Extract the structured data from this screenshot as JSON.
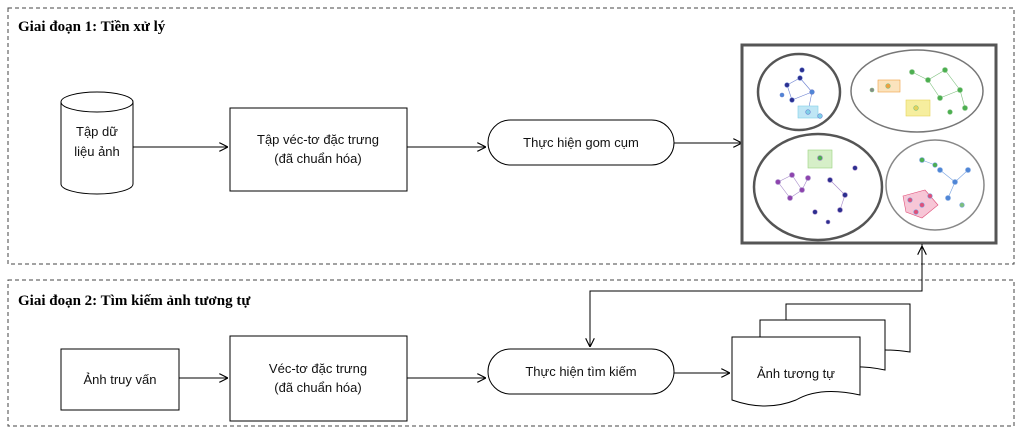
{
  "stages": {
    "stage1": {
      "title": "Giai đoạn 1: Tiền xử lý"
    },
    "stage2": {
      "title": "Giai đoạn 2: Tìm kiếm ảnh tương tự"
    }
  },
  "nodes": {
    "image_dataset": {
      "line1": "Tập dữ",
      "line2": "liệu ảnh"
    },
    "feature_set": {
      "line1": "Tập véc-tơ đặc trưng",
      "line2": "(đã chuẩn hóa)"
    },
    "clustering": {
      "label": "Thực hiện gom cụm"
    },
    "query_image": {
      "label": "Ảnh truy vấn"
    },
    "query_vector": {
      "line1": "Véc-tơ đặc trưng",
      "line2": "(đã chuẩn hóa)"
    },
    "search": {
      "label": "Thực hiện tìm kiếm"
    },
    "similar_images": {
      "label": "Ảnh tương tự"
    }
  },
  "colors": {
    "cluster_navy": "#2b2f8f",
    "cluster_green": "#4caf50",
    "cluster_blue": "#4f86d6",
    "cluster_cyan": "#7fd0e8",
    "cluster_purple": "#8e44ad",
    "cluster_pink": "#e0507a",
    "cluster_yellow": "#e6d25a",
    "cluster_orange": "#f0a040",
    "cluster_gray": "#888888"
  }
}
